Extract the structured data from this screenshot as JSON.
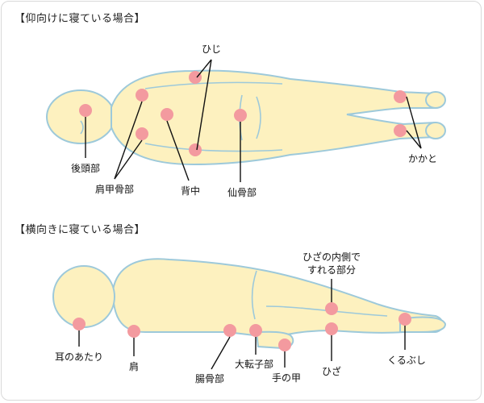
{
  "supine": {
    "title": "【仰向けに寝ている場合】",
    "labels": {
      "hiji": "ひじ",
      "koutoubu": "後頭部",
      "kenkoukotsubu": "肩甲骨部",
      "senaka": "背中",
      "senkotsubu": "仙骨部",
      "kakato": "かかと"
    }
  },
  "lateral": {
    "title": "【横向きに寝ている場合】",
    "labels": {
      "mimi": "耳のあたり",
      "kata": "肩",
      "choukotsubu": "腸骨部",
      "daitenshibu": "大転子部",
      "tenokou": "手の甲",
      "hiza_uchigawa_1": "ひざの内側で",
      "hiza_uchigawa_2": "すれる部分",
      "hiza": "ひざ",
      "kurubushi": "くるぶし"
    }
  },
  "colors": {
    "body_fill": "#fdf1bf",
    "body_outline": "#9dc9da",
    "pressure_point": "#f39a9f"
  }
}
